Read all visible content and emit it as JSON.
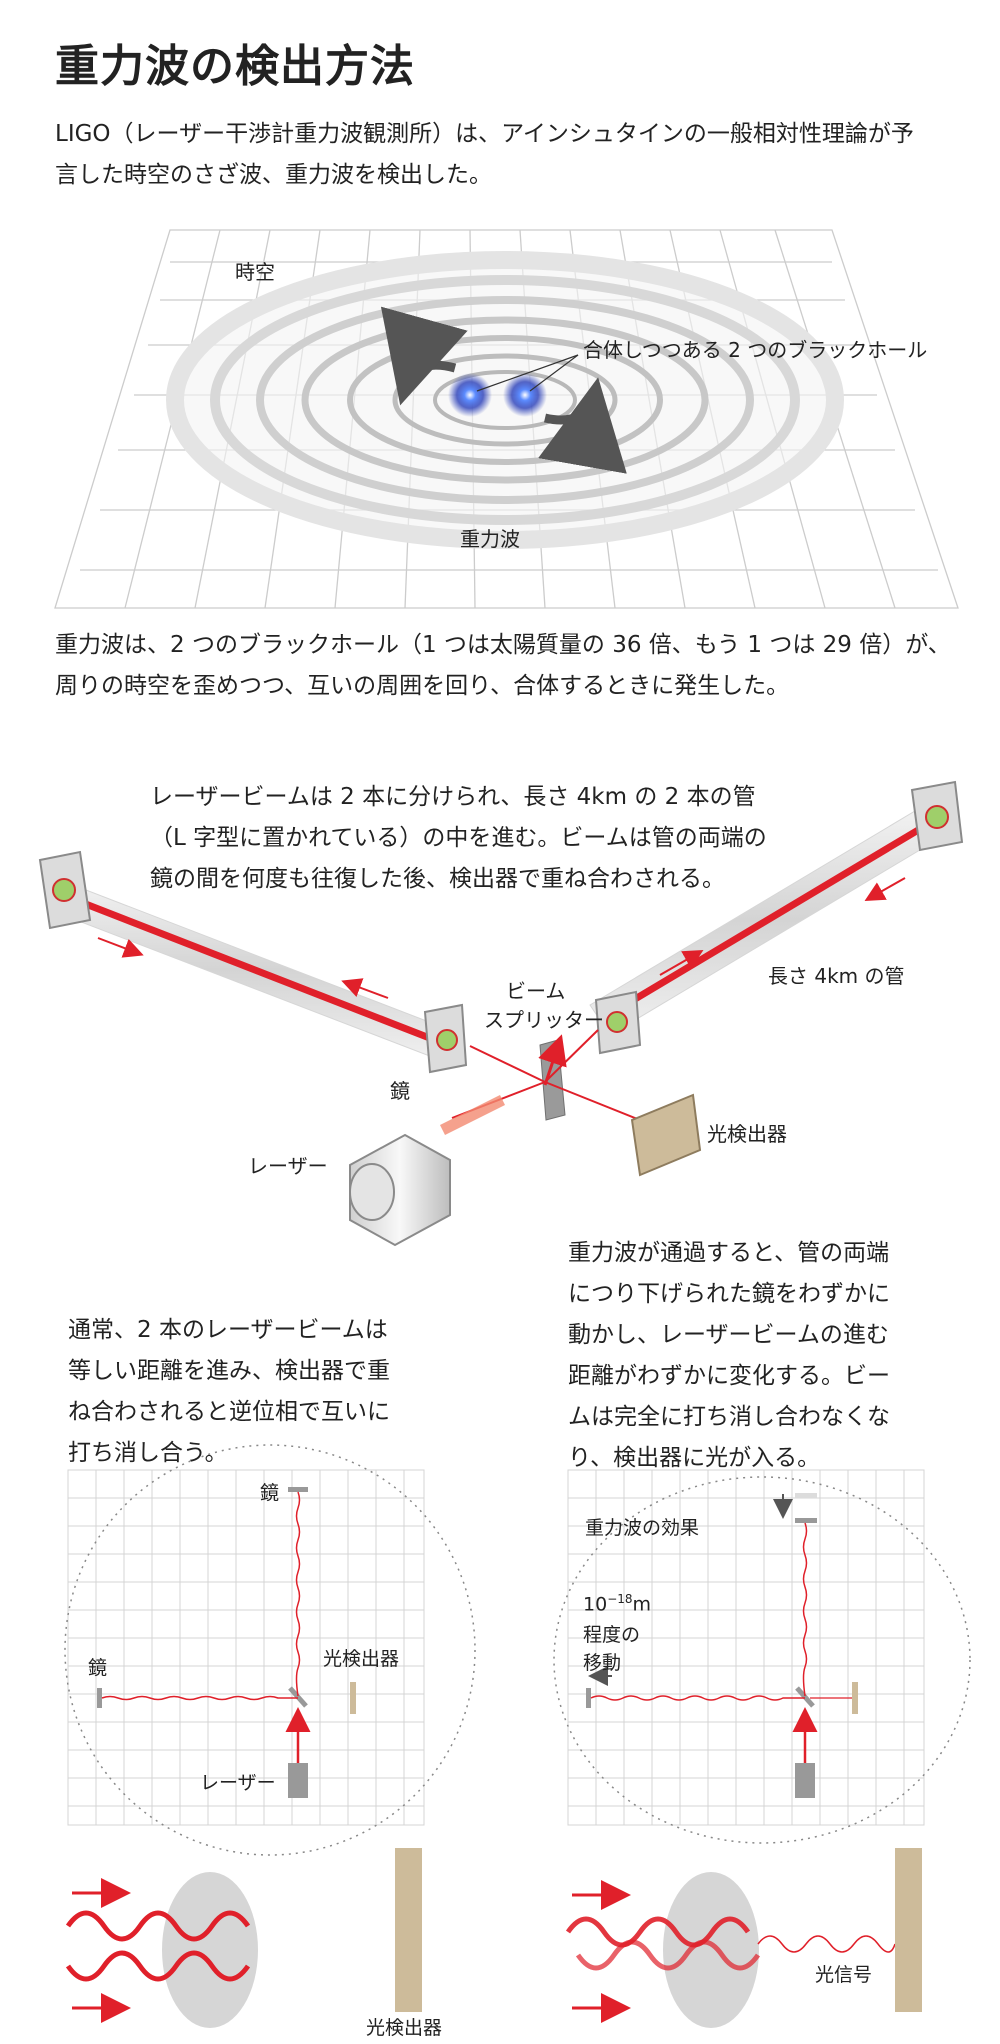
{
  "title": "重力波の検出方法",
  "intro": {
    "line1": "LIGO（レーザー干渉計重力波観測所）は、アインシュタインの一般相対性理論が予",
    "line2": "言した時空のさざ波、重力波を検出した。"
  },
  "spacetime": {
    "label_spacetime": "時空",
    "label_blackholes": "合体しつつある 2 つのブラックホール",
    "label_wave": "重力波"
  },
  "caption1": {
    "line1": "重力波は、2 つのブラックホール（1 つは太陽質量の 36 倍、もう 1 つは 29 倍）が、",
    "line2": "周りの時空を歪めつつ、互いの周囲を回り、合体するときに発生した。"
  },
  "detector": {
    "desc_line1": "レーザービームは 2 本に分けられ、長さ 4km の 2 本の管",
    "desc_line2": "（L 字型に置かれている）の中を進む。ビームは管の両端の",
    "desc_line3": "鏡の間を何度も往復した後、検出器で重ね合わされる。",
    "label_splitter1": "ビーム",
    "label_splitter2": "スプリッター",
    "label_tube": "長さ 4km の管",
    "label_mirror": "鏡",
    "label_photodetector": "光検出器",
    "label_laser": "レーザー"
  },
  "left_panel": {
    "desc_line1": "通常、2 本のレーザービームは",
    "desc_line2": "等しい距離を進み、検出器で重",
    "desc_line3": "ね合わされると逆位相で互いに",
    "desc_line4": "打ち消し合う。",
    "label_mirror_top": "鏡",
    "label_mirror_left": "鏡",
    "label_photodetector": "光検出器",
    "label_laser": "レーザー",
    "label_bottom_detector": "光検出器"
  },
  "right_panel": {
    "desc_line1": "重力波が通過すると、管の両端",
    "desc_line2": "につり下げられた鏡をわずかに",
    "desc_line3": "動かし、レーザービームの進む",
    "desc_line4": "距離がわずかに変化する。ビー",
    "desc_line5": "ムは完全に打ち消し合わなくな",
    "desc_line6": "り、検出器に光が入る。",
    "label_effect": "重力波の効果",
    "label_move_base": "10",
    "label_move_exp": "−18",
    "label_move_unit": "m",
    "label_move_line2": "程度の",
    "label_move_line3": "移動",
    "label_signal": "光信号"
  },
  "colors": {
    "laser_red": "#e0202a",
    "grid": "#c8c8c8",
    "detector_tan": "#cdbb9a",
    "blackhole_blue": "#3a6dff"
  }
}
